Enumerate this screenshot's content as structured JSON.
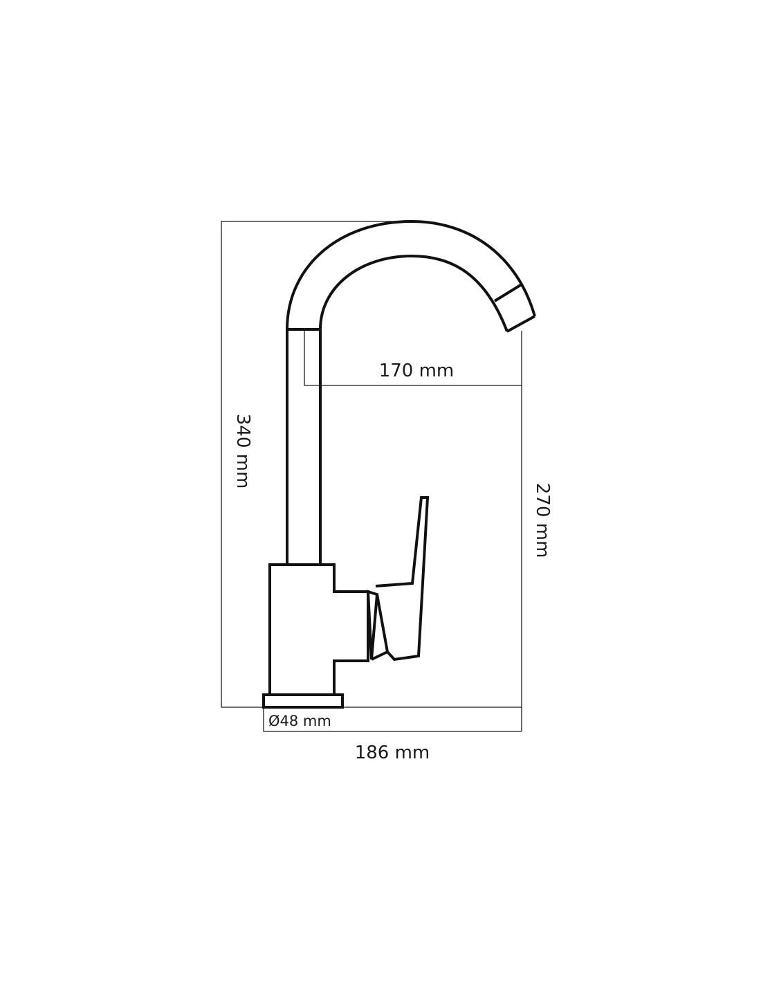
{
  "dimensions": {
    "spout_reach": "170 mm",
    "total_height": "340 mm",
    "spout_height": "270 mm",
    "base_diameter": "Ø48 mm",
    "total_depth": "186 mm"
  },
  "colors": {
    "line": "#111111",
    "background": "#ffffff"
  }
}
